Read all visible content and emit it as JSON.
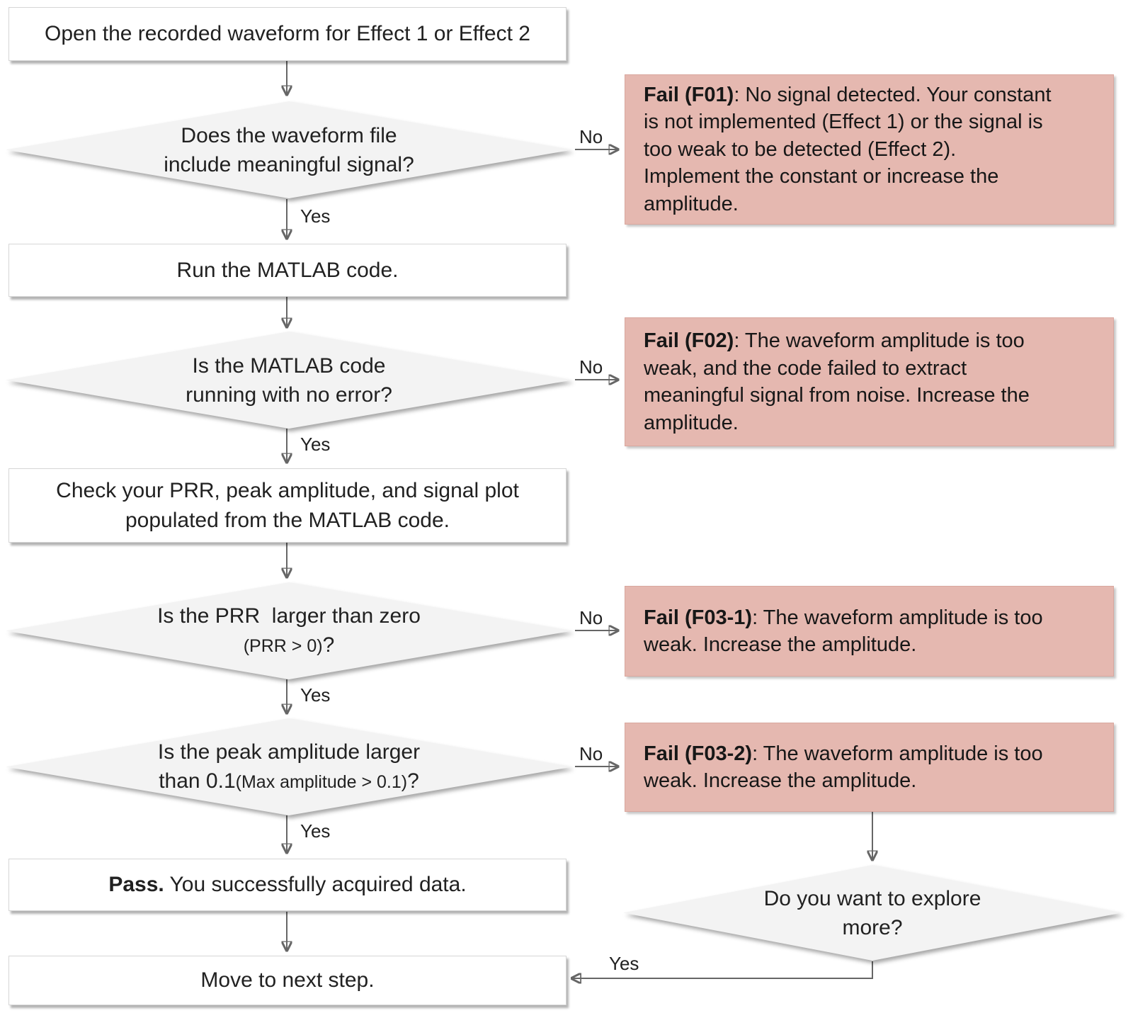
{
  "flowchart": {
    "nodes": {
      "start": {
        "text": "Open the recorded waveform for Effect 1 or Effect 2"
      },
      "d1": {
        "line1": "Does the waveform file",
        "line2": "include meaningful signal?"
      },
      "f01": {
        "label": "Fail (F01)",
        "lines": [
          ": No signal detected. Your constant",
          "is not implemented (Effect 1) or the signal is",
          "too weak to be detected (Effect 2).",
          "Implement the constant or increase the",
          "amplitude."
        ]
      },
      "run": {
        "text": "Run the MATLAB code."
      },
      "d2": {
        "line1": "Is the MATLAB code",
        "line2": "running with no error?"
      },
      "f02": {
        "label": "Fail (F02)",
        "lines": [
          ": The waveform amplitude is too",
          "weak, and the code failed to extract",
          "meaningful signal from noise. Increase the",
          "amplitude."
        ]
      },
      "check": {
        "line1": "Check your PRR, peak amplitude, and signal plot",
        "line2": "populated from the MATLAB code."
      },
      "d3": {
        "line1": "Is the PRR  larger than zero",
        "line2_small": "(PRR > 0)",
        "line2_suffix": "?"
      },
      "f03_1": {
        "label": "Fail (F03-1)",
        "lines": [
          ": The waveform amplitude is too",
          "weak. Increase the amplitude."
        ]
      },
      "d4": {
        "line1": "Is the peak amplitude larger",
        "line2_prefix": "than 0.1",
        "line2_small": "(Max amplitude > 0.1)",
        "line2_suffix": "?"
      },
      "f03_2": {
        "label": "Fail (F03-2)",
        "lines": [
          ": The waveform amplitude is too",
          "weak. Increase the amplitude."
        ]
      },
      "pass": {
        "bold": "Pass.",
        "text": " You successfully acquired data."
      },
      "d5": {
        "line1": "Do you want to explore",
        "line2": "more?"
      },
      "move": {
        "text": "Move to next step."
      }
    },
    "edge_labels": {
      "yes": "Yes",
      "no": "No"
    },
    "colors": {
      "fail_box_bg": "#E5B8B0",
      "fail_box_border": "#D9A79E",
      "decision_bg": "#F3F3F3",
      "process_bg": "#FFFFFF",
      "process_border": "#D6D6D6",
      "arrow": "#666666",
      "text": "#212121"
    }
  }
}
